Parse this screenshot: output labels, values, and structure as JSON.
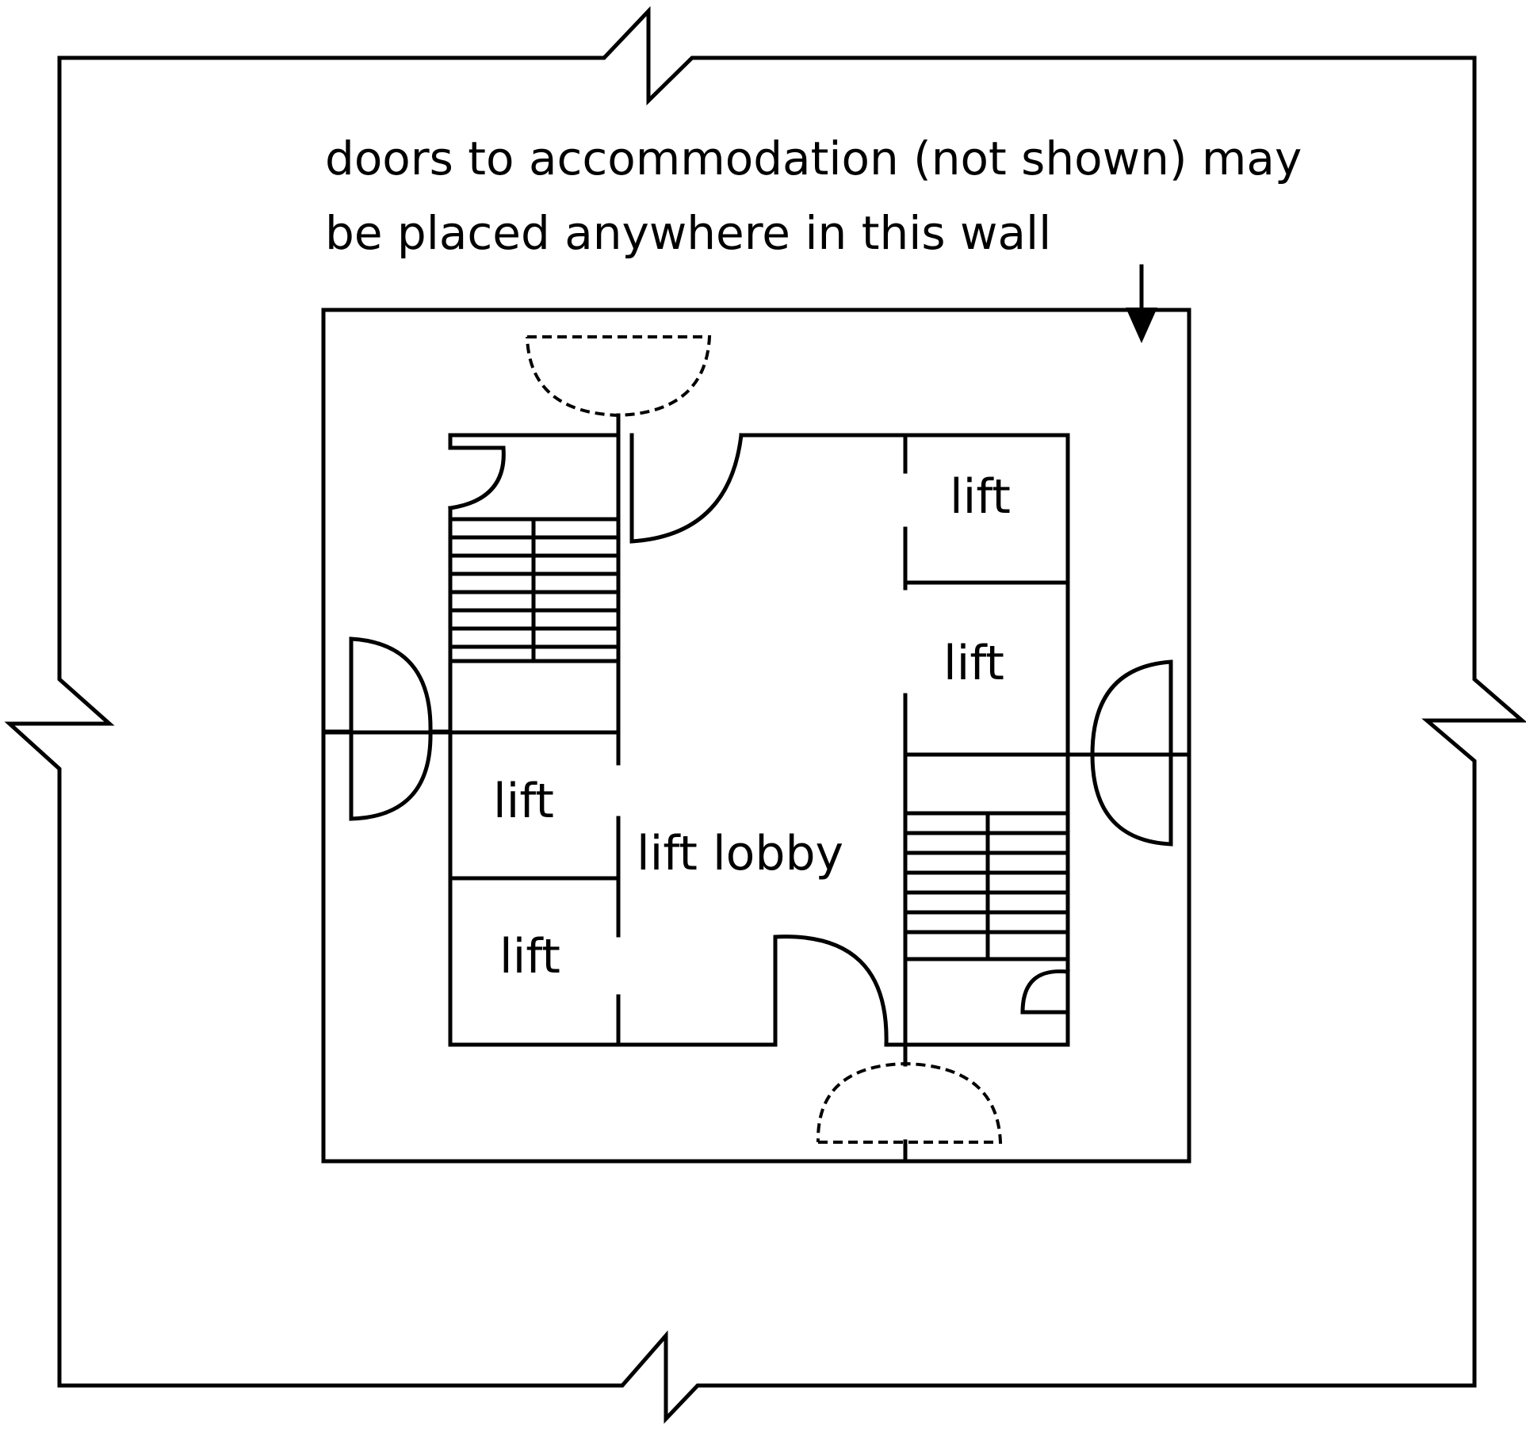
{
  "note": {
    "line1": "doors to accommodation (not shown) may",
    "line2": "be placed anywhere in this wall"
  },
  "labels": {
    "lift_top_right": "lift",
    "lift_mid_right": "lift",
    "lift_left_upper": "lift",
    "lift_left_lower": "lift",
    "lobby": "lift lobby"
  },
  "colors": {
    "line": "#000000",
    "background": "#ffffff"
  }
}
